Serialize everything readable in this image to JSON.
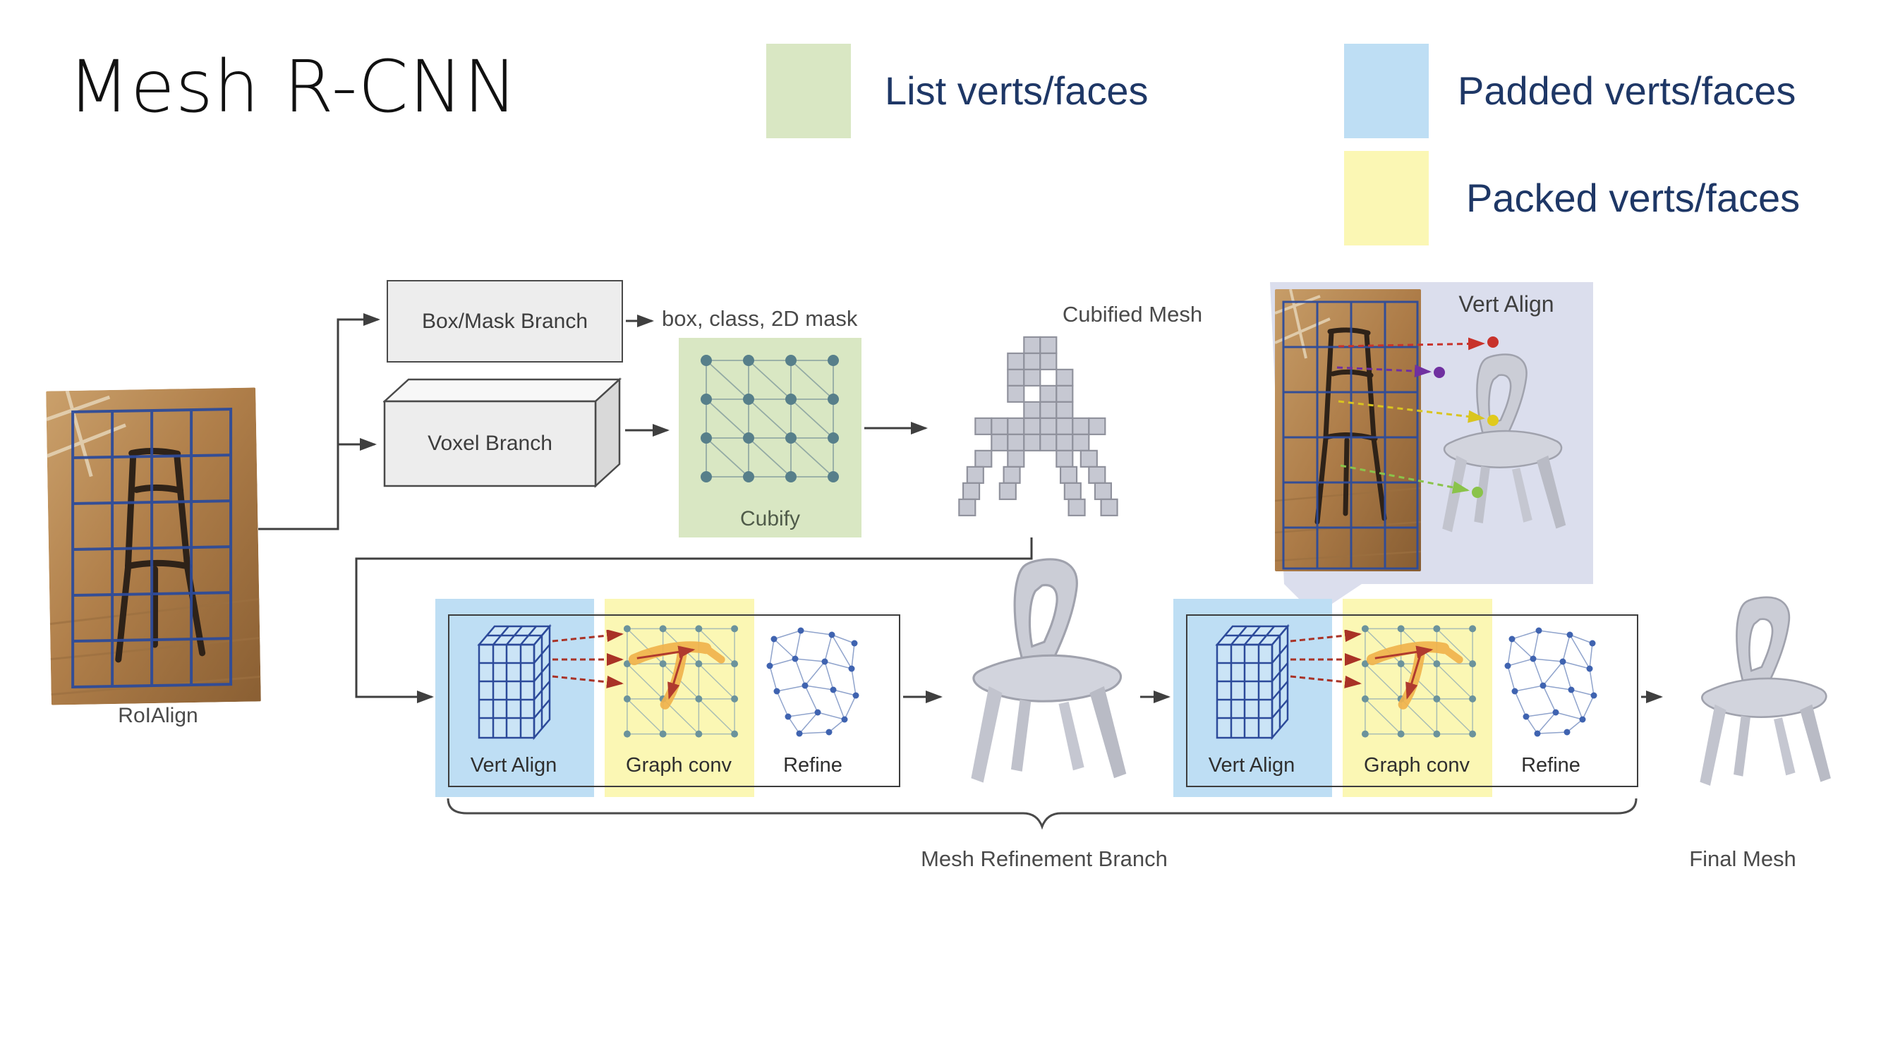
{
  "title": "Mesh R-CNN",
  "legend": {
    "items": [
      {
        "label": "List verts/faces",
        "color": "#d9e7c3"
      },
      {
        "label": "Padded verts/faces",
        "color": "#bedef4"
      },
      {
        "label": "Packed verts/faces",
        "color": "#fbf7b4"
      }
    ],
    "text_color": "#1e3766"
  },
  "pipeline": {
    "input_label": "RoIAlign",
    "box_mask_branch_label": "Box/Mask Branch",
    "box_mask_output": "box, class, 2D mask",
    "voxel_branch_label": "Voxel Branch",
    "cubify_label": "Cubify",
    "cubified_mesh_label": "Cubified Mesh",
    "vert_align_detail_label": "Vert Align",
    "stages": [
      {
        "vert_align_label": "Vert Align",
        "graph_conv_label": "Graph conv",
        "refine_label": "Refine"
      },
      {
        "vert_align_label": "Vert Align",
        "graph_conv_label": "Graph conv",
        "refine_label": "Refine"
      }
    ],
    "refinement_brace_label": "Mesh Refinement Branch",
    "final_mesh_label": "Final Mesh"
  },
  "colors": {
    "list_green": "#d9e7c3",
    "padded_blue": "#bedef4",
    "packed_yellow": "#fbf7b4",
    "legend_text": "#1e3766",
    "inset_lavender": "#d9dcec",
    "arrow_gray": "#3f3f3f"
  }
}
